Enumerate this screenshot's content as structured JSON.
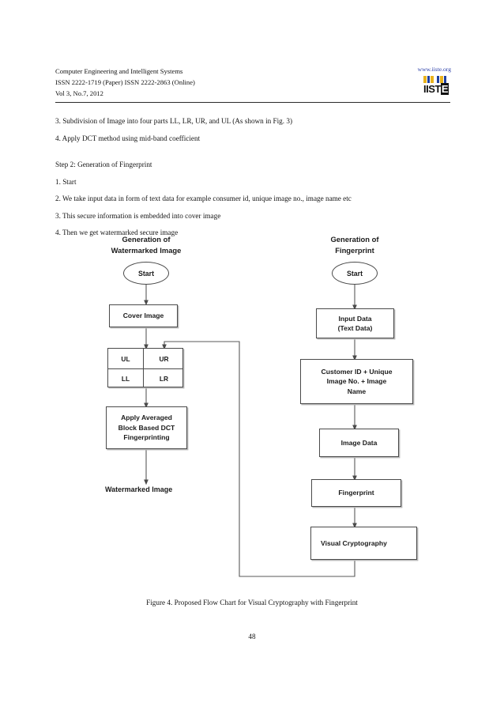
{
  "header": {
    "journal": "Computer Engineering and Intelligent Systems",
    "issn": "ISSN 2222-1719 (Paper) ISSN 2222-2863 (Online)",
    "volume": "Vol 3, No.7, 2012",
    "url": "www.iiste.org",
    "logo_text_a": "IIST",
    "logo_text_b": "E",
    "url_color": "#2a3ea8",
    "logo_yellow": "#e8b21d",
    "logo_blue": "#1e3fa0"
  },
  "body": {
    "lines": [
      "3. Subdivision of Image into four parts LL, LR, UR, and UL (As shown in Fig. 3)",
      "4. Apply DCT method using mid-band coefficient"
    ],
    "step_heading": "Step 2: Generation of Fingerprint",
    "step_lines": [
      "1. Start",
      "2. We take input data in form of text data for example consumer id, unique image no., image name etc",
      "3. This secure information is embedded into cover image",
      "4. Then we get watermarked secure image"
    ]
  },
  "chart_data": {
    "type": "diagram",
    "title": "Figure 4. Proposed Flow Chart for Visual Cryptography with Fingerprint",
    "columns": [
      {
        "id": "left",
        "title_line1": "Generation of",
        "title_line2": "Watermarked Image",
        "nodes": [
          {
            "id": "l-start",
            "shape": "ellipse",
            "label": "Start"
          },
          {
            "id": "l-cover",
            "shape": "rect",
            "label": "Cover Image"
          },
          {
            "id": "l-quad",
            "shape": "quad-grid",
            "cells": [
              "UL",
              "UR",
              "LL",
              "LR"
            ]
          },
          {
            "id": "l-dct",
            "shape": "rect",
            "label": "Apply Averaged Block Based DCT Fingerprinting"
          },
          {
            "id": "l-out",
            "shape": "plain",
            "label": "Watermarked Image"
          }
        ]
      },
      {
        "id": "right",
        "title_line1": "Generation of",
        "title_line2": "Fingerprint",
        "nodes": [
          {
            "id": "r-start",
            "shape": "ellipse",
            "label": "Start"
          },
          {
            "id": "r-input",
            "shape": "rect",
            "label": "Input Data (Text Data)"
          },
          {
            "id": "r-cust",
            "shape": "rect",
            "label": "Customer ID + Unique Image No. + Image Name"
          },
          {
            "id": "r-imgd",
            "shape": "rect",
            "label": "Image Data"
          },
          {
            "id": "r-fp",
            "shape": "rect",
            "label": "Fingerprint"
          },
          {
            "id": "r-vc",
            "shape": "rect",
            "label": "Visual Cryptography"
          }
        ]
      }
    ],
    "node_labels": {
      "l_start": "Start",
      "l_cover": "Cover Image",
      "quad_ul": "UL",
      "quad_ur": "UR",
      "quad_ll": "LL",
      "quad_lr": "LR",
      "l_dct_1": "Apply Averaged",
      "l_dct_2": "Block Based DCT",
      "l_dct_3": "Fingerprinting",
      "l_out": "Watermarked Image",
      "r_start": "Start",
      "r_input_1": "Input Data",
      "r_input_2": "(Text Data)",
      "r_cust_1": "Customer ID + Unique",
      "r_cust_2": "Image No. + Image",
      "r_cust_3": "Name",
      "r_imgd": "Image Data",
      "r_fp": "Fingerprint",
      "r_vc": "Visual Cryptography"
    },
    "edges": [
      "l-start -> l-cover",
      "l-cover -> l-quad",
      "l-quad -> l-dct",
      "l-dct -> l-out",
      "r-start -> r-input",
      "r-input -> r-cust",
      "r-cust -> r-imgd",
      "r-imgd -> r-fp",
      "r-fp -> r-vc",
      "r-vc -> l-quad (feedback, routed left along bottom and up)"
    ],
    "line_color": "#5a5a5a"
  },
  "caption": "Figure 4. Proposed Flow Chart for Visual Cryptography with Fingerprint",
  "page_number": "48"
}
